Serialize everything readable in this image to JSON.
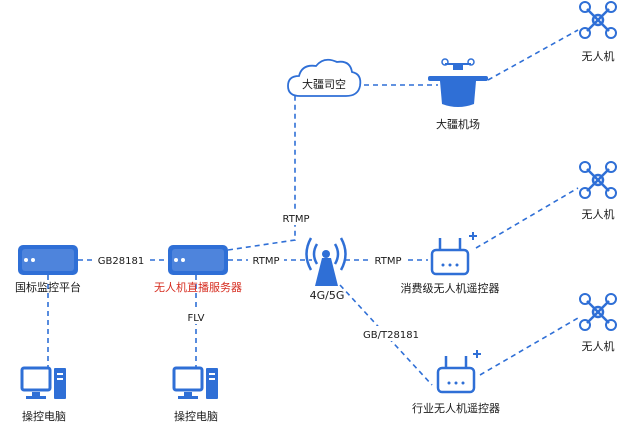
{
  "nodes": {
    "platform": "国标监控平台",
    "server": "无人机直播服务器",
    "pc_left": "操控电脑",
    "pc_mid": "操控电脑",
    "cloud": "大疆司空",
    "dock": "大疆机场",
    "tower": "4G/5G",
    "consumer_rc": "消费级无人机遥控器",
    "industry_rc": "行业无人机遥控器",
    "drone_top": "无人机",
    "drone_mid": "无人机",
    "drone_bottom": "无人机"
  },
  "edges": {
    "platform_server": "GB28181",
    "server_tower": "RTMP",
    "server_cloud": "RTMP",
    "server_pc": "FLV",
    "tower_consumer": "RTMP",
    "tower_industry": "GB/T28181"
  },
  "colors": {
    "accent": "#2f6fd6",
    "server_label": "#d62c1f"
  },
  "icons": [
    "server-icon",
    "monitor-icon",
    "cloud-icon",
    "dock-icon",
    "antenna-icon",
    "remote-controller-icon",
    "drone-icon"
  ]
}
